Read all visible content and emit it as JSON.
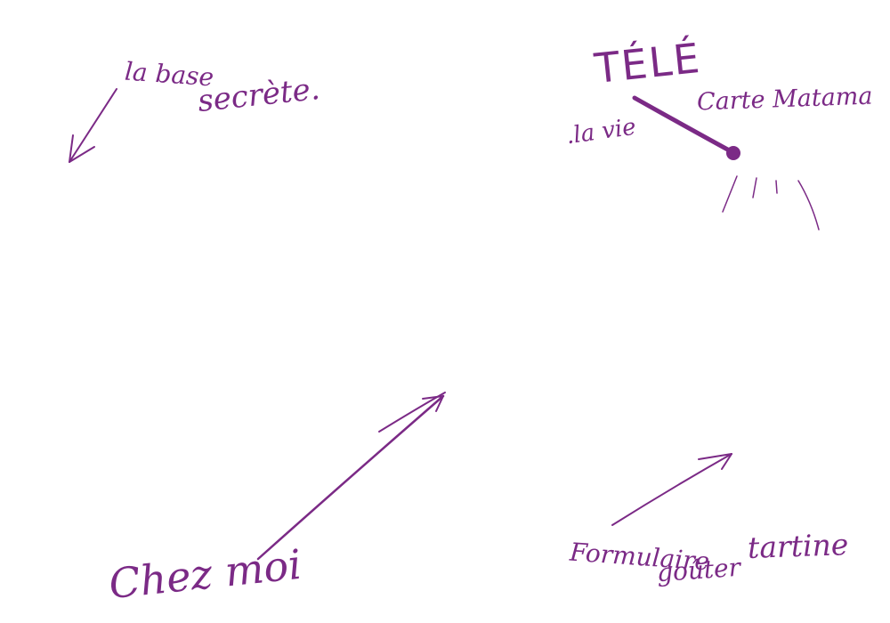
{
  "labels": {
    "base_line1": "la base",
    "base_line2": "secrète.",
    "tele": "TÉLÉ",
    "la_vie": ".la vie",
    "carte": "Carte Matama",
    "chez_moi": "Chez moi",
    "formulaire": "Formulaire",
    "gouter": "goûter",
    "tartine": "tartine"
  },
  "colors": {
    "ink": "#7b2a86",
    "background": "#ffffff"
  }
}
